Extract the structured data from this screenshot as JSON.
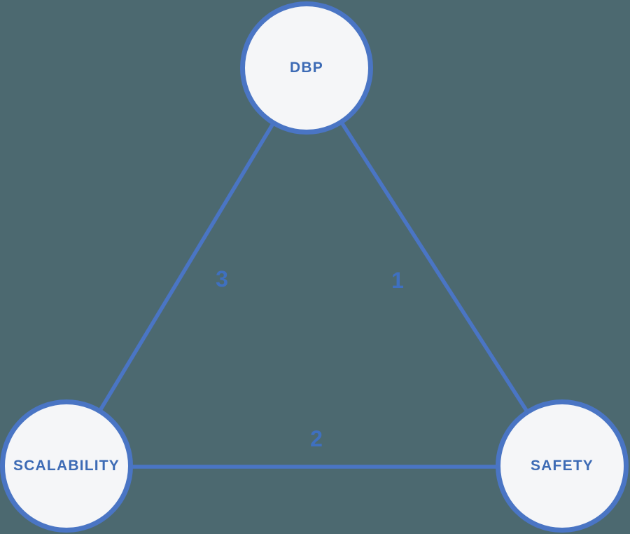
{
  "diagram": {
    "type": "triangle-relationship-diagram",
    "nodes": [
      {
        "id": "dbp",
        "label": "DBP"
      },
      {
        "id": "scalability",
        "label": "SCALABILITY"
      },
      {
        "id": "safety",
        "label": "SAFETY"
      }
    ],
    "edges": [
      {
        "from": "dbp",
        "to": "scalability",
        "label": "3"
      },
      {
        "from": "dbp",
        "to": "safety",
        "label": "1"
      },
      {
        "from": "scalability",
        "to": "safety",
        "label": "2"
      }
    ],
    "colors": {
      "background": "#4c6970",
      "node_fill": "#f5f6f8",
      "stroke_blue": "#4a75c4",
      "text_blue": "#3d6bb5"
    }
  }
}
